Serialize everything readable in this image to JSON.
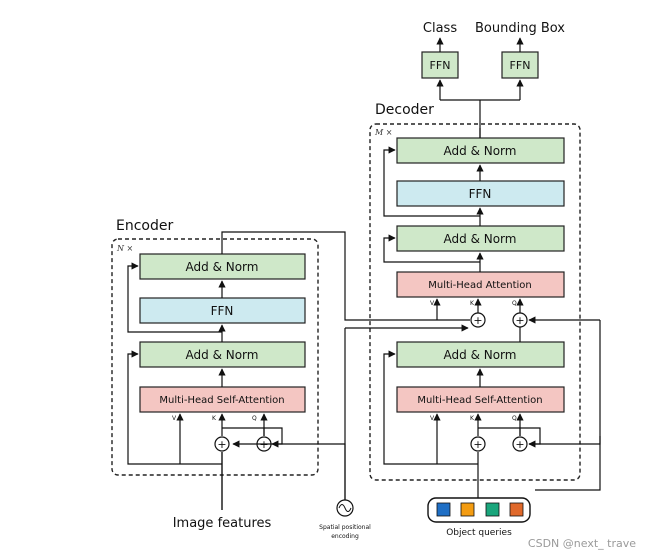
{
  "outputs": {
    "class": "Class",
    "bbox": "Bounding Box",
    "ffn": "FFN"
  },
  "encoder": {
    "title": "Encoder",
    "repeat": "N ×",
    "add_norm": "Add & Norm",
    "ffn": "FFN",
    "attention": "Multi-Head Self-Attention",
    "v": "V",
    "k": "K",
    "q": "Q"
  },
  "decoder": {
    "title": "Decoder",
    "repeat": "M ×",
    "add_norm": "Add & Norm",
    "ffn": "FFN",
    "cross_attention": "Multi-Head Attention",
    "self_attention": "Multi-Head  Self-Attention",
    "v": "V",
    "k": "K",
    "q": "Q"
  },
  "inputs": {
    "image_features": "Image features",
    "spatial_line1": "Spatial  positional",
    "spatial_line2": "encoding",
    "object_queries": "Object  queries"
  },
  "plus_symbol": "+",
  "watermark": "CSDN @next_ trave",
  "colors": {
    "green_box": "#cfe8c9",
    "blue_box": "#cdeaf0",
    "red_box": "#f4c6c2",
    "box_stroke": "#222222",
    "query_colors": [
      "#1f6fc5",
      "#f39c12",
      "#1aa67c",
      "#e0692b"
    ]
  }
}
